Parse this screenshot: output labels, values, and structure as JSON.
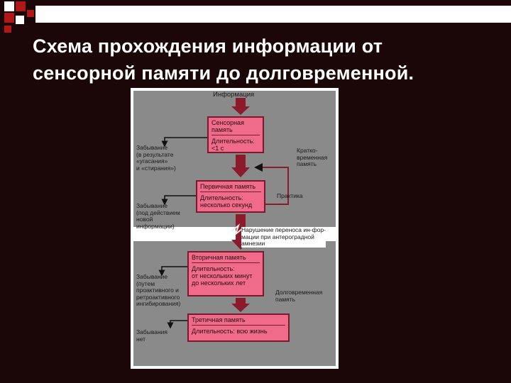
{
  "slide": {
    "title_line1": "Схема прохождения информации от",
    "title_line2": "сенсорной памяти до долговременной."
  },
  "colors": {
    "background": "#1b0707",
    "box_fill": "#f06a8a",
    "arrow": "#8b1a2a",
    "panel": "#8a8a8a"
  },
  "diagram": {
    "input_label": "Информация",
    "sensory": {
      "title_l1": "Сенсорная",
      "title_l2": "память",
      "dur_l1": "Длительность:",
      "dur_l2": "<1 с"
    },
    "forget1": {
      "l1": "Забывание",
      "l2": "(в результате",
      "l3": "«угасания»",
      "l4": "и «стирания»)"
    },
    "short_term_label": {
      "l1": "Кратко-",
      "l2": "временная",
      "l3": "память"
    },
    "primary": {
      "title": "Первичная память",
      "dur_l1": "Длительность:",
      "dur_l2": "несколько секунд"
    },
    "practice": "Практика",
    "forget2": {
      "l1": "Забывание",
      "l2": "(под действием",
      "l3": "новой",
      "l4": "информации)"
    },
    "disruption": {
      "l1": "Нарушение переноса ин-фор-",
      "l2": "мации при антероградной",
      "l3": "амнезии"
    },
    "secondary": {
      "title": "Вторичная память",
      "dur_l1": "Длительность:",
      "dur_l2": "от нескольких минут",
      "dur_l3": "до нескольких лет"
    },
    "forget3": {
      "l1": "Забывание",
      "l2": "(путем",
      "l3": "проактивного и",
      "l4": "ретроактивного",
      "l5": "ингибирования)"
    },
    "long_term_label": {
      "l1": "Долговременная",
      "l2": "память"
    },
    "tertiary": {
      "title": "Третичная память",
      "dur": "Длительность: всю жизнь"
    },
    "forget4": {
      "l1": "Забывания",
      "l2": "нет"
    }
  }
}
